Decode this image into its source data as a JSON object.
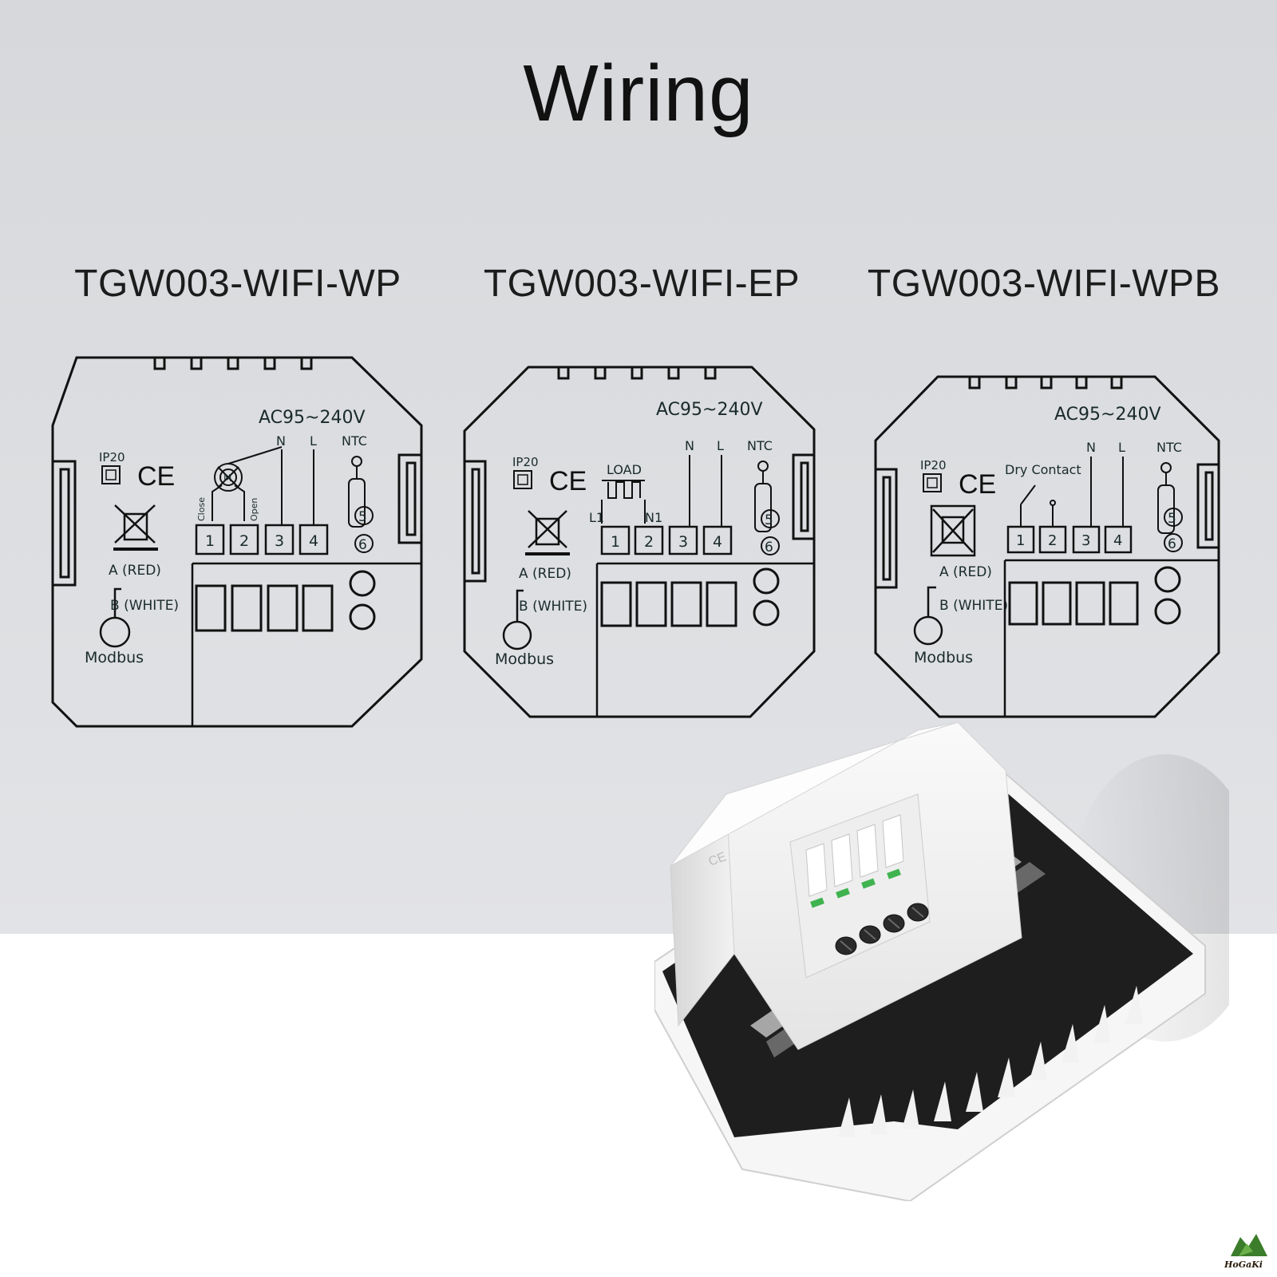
{
  "title": "Wiring",
  "colors": {
    "background_top": "#d8dadd",
    "background_bottom": "#ffffff",
    "line": "#111111",
    "label": "#1a2a2a",
    "terminal_green": "#3fb34f"
  },
  "common": {
    "voltage": "AC95~240V",
    "ip_rating": "IP20",
    "ce_mark": "CE",
    "terminal_N": "N",
    "terminal_L": "L",
    "ntc": "NTC",
    "ntc_terminals": [
      "5",
      "6"
    ],
    "terminals": [
      "1",
      "2",
      "3",
      "4"
    ],
    "wire_a": "A (RED)",
    "wire_b": "B (WHITE)",
    "modbus": "Modbus",
    "icons": [
      "ip20-square-icon",
      "ce-mark-icon",
      "weee-bin-icon",
      "ntc-sensor-icon",
      "modbus-antenna-icon"
    ]
  },
  "panels": [
    {
      "model": "TGW003-WIFI-WP",
      "load_type": "valve",
      "labels": {
        "close": "Close",
        "open": "Open",
        "motor": "M"
      }
    },
    {
      "model": "TGW003-WIFI-EP",
      "load_type": "electric",
      "labels": {
        "load": "LOAD",
        "l1": "L1",
        "n1": "N1"
      }
    },
    {
      "model": "TGW003-WIFI-WPB",
      "load_type": "dry-contact",
      "labels": {
        "dry_contact": "Dry Contact"
      }
    }
  ],
  "logo_text": "HoGaKi"
}
